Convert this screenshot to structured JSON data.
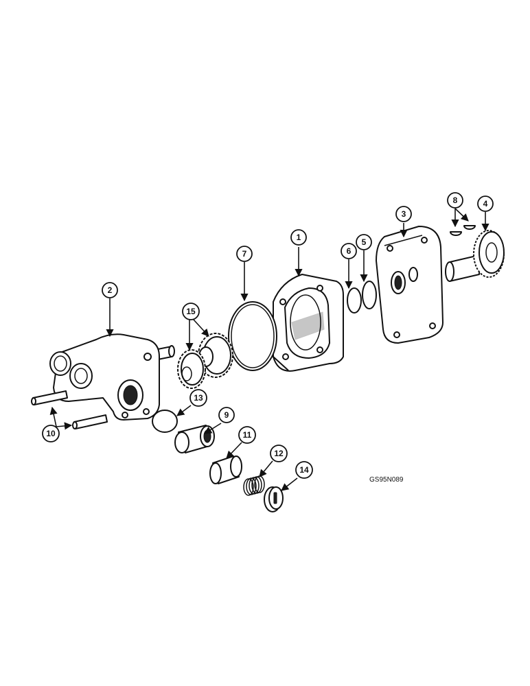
{
  "figure_code": "GS95N089",
  "callouts": [
    "1",
    "2",
    "3",
    "4",
    "5",
    "6",
    "7",
    "8",
    "9",
    "10",
    "11",
    "12",
    "13",
    "14",
    "15"
  ],
  "parts": [
    {
      "id": "1",
      "name": "pump-body"
    },
    {
      "id": "2",
      "name": "pump-housing"
    },
    {
      "id": "3",
      "name": "cover-plate"
    },
    {
      "id": "4",
      "name": "drive-gear-shaft"
    },
    {
      "id": "5",
      "name": "seal-ring"
    },
    {
      "id": "6",
      "name": "o-ring-small"
    },
    {
      "id": "7",
      "name": "o-ring-large"
    },
    {
      "id": "8",
      "name": "woodruff-keys"
    },
    {
      "id": "9",
      "name": "relief-valve-sleeve"
    },
    {
      "id": "10",
      "name": "dowel-pins"
    },
    {
      "id": "11",
      "name": "relief-valve-plunger"
    },
    {
      "id": "12",
      "name": "relief-valve-spring"
    },
    {
      "id": "13",
      "name": "sleeve-o-ring"
    },
    {
      "id": "14",
      "name": "plug"
    },
    {
      "id": "15",
      "name": "pump-gears"
    }
  ],
  "colors": {
    "line": "#111111",
    "background": "#ffffff"
  }
}
